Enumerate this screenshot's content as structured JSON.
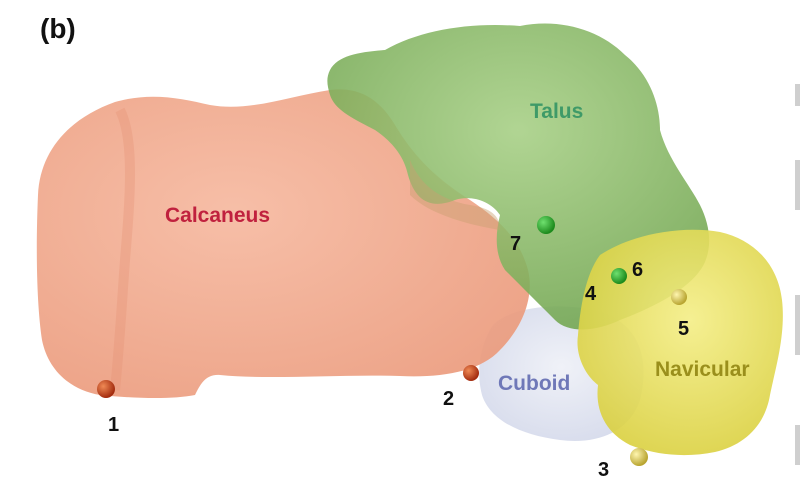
{
  "panel_label": "(b)",
  "bones": [
    {
      "id": "calcaneus",
      "label": "Calcaneus",
      "fill": "#f2a88a",
      "label_color": "#c0213e"
    },
    {
      "id": "talus",
      "label": "Talus",
      "fill": "#7fb35a",
      "label_color": "#3f9a68"
    },
    {
      "id": "cuboid",
      "label": "Cuboid",
      "fill": "#dfe3f0",
      "label_color": "#6f78b8"
    },
    {
      "id": "navicular",
      "label": "Navicular",
      "fill": "#e9e35e",
      "label_color": "#9a8f1c"
    }
  ],
  "landmarks": [
    {
      "label": "1",
      "color": "#c8401a"
    },
    {
      "label": "2",
      "color": "#c8401a"
    },
    {
      "label": "3",
      "color": "#c9b23a"
    },
    {
      "label": "4",
      "color": "#2ea02e"
    },
    {
      "label": "5",
      "color": "#e0d060"
    },
    {
      "label": "6",
      "color": "#2ea02e"
    },
    {
      "label": "7",
      "color": "#2ea02e"
    }
  ]
}
